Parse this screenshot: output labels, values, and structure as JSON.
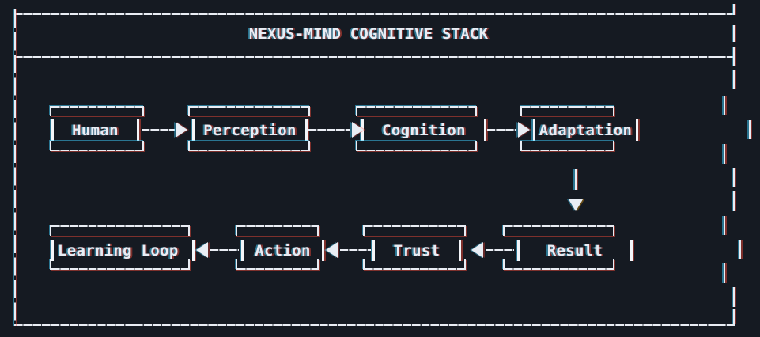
{
  "title": "NEXUS-MIND COGNITIVE STACK",
  "colors": {
    "background": "#151a22",
    "foreground": "#e9edf4",
    "glitch_cyan": "#3fd0ff",
    "glitch_red": "#ff4b3a",
    "glitch_yellow": "#ffaa00"
  },
  "nodes": [
    {
      "id": "human",
      "label": "Human"
    },
    {
      "id": "perception",
      "label": "Perception"
    },
    {
      "id": "cognition",
      "label": "Cognition"
    },
    {
      "id": "adaptation",
      "label": "Adaptation"
    },
    {
      "id": "learning-loop",
      "label": "Learning Loop"
    },
    {
      "id": "action",
      "label": "Action"
    },
    {
      "id": "trust",
      "label": "Trust"
    },
    {
      "id": "result",
      "label": "Result"
    }
  ],
  "edges": [
    {
      "from": "Human",
      "to": "Perception",
      "direction": "right"
    },
    {
      "from": "Perception",
      "to": "Cognition",
      "direction": "right"
    },
    {
      "from": "Cognition",
      "to": "Adaptation",
      "direction": "right"
    },
    {
      "from": "Adaptation",
      "to": "Result",
      "direction": "down"
    },
    {
      "from": "Result",
      "to": "Trust",
      "direction": "left"
    },
    {
      "from": "Trust",
      "to": "Action",
      "direction": "left"
    },
    {
      "from": "Action",
      "to": "Learning Loop",
      "direction": "left"
    }
  ],
  "icons": {
    "arrow_right": "▶",
    "arrow_left": "◀",
    "arrow_down": "▼",
    "pipe": "│"
  }
}
